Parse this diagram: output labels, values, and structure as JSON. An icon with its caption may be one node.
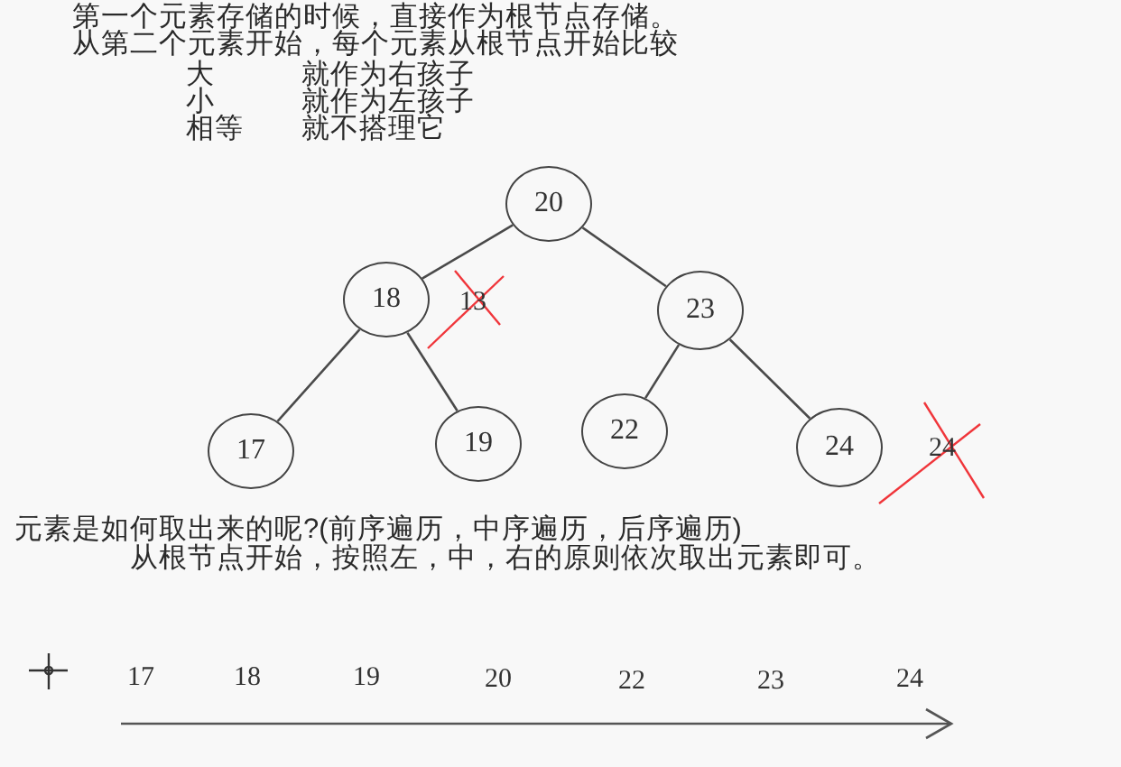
{
  "diagram": {
    "nodes": [
      {
        "text": [
          "20"
        ]
      },
      {
        "text": [
          "18"
        ]
      },
      {
        "text": [
          "23"
        ]
      },
      {
        "text": [
          "17"
        ]
      },
      {
        "text": [
          "19"
        ]
      },
      {
        "text": [
          "22"
        ]
      },
      {
        "text": [
          "24"
        ]
      }
    ],
    "edges": [
      {
        "from": 0,
        "to": 1,
        "arrow": "none"
      },
      {
        "from": 0,
        "to": 2,
        "arrow": "none"
      },
      {
        "from": 1,
        "to": 3,
        "arrow": "none"
      },
      {
        "from": 1,
        "to": 4,
        "arrow": "none"
      },
      {
        "from": 2,
        "to": 5,
        "arrow": "none"
      },
      {
        "from": 2,
        "to": 6,
        "arrow": "none"
      }
    ],
    "labels": [
      "第一个元素存储的时候，直接作为根节点存储。",
      "从第二个元素开始，每个元素从根节点开始比较",
      "大",
      "就作为右孩子",
      "小",
      "就作为左孩子",
      "相等",
      "就不搭理它",
      "13",
      "24",
      "元素是如何取出来的呢?(前序遍历，中序遍历，后序遍历)",
      "从根节点开始，按照左，中，右的原则依次取出元素即可。",
      "17",
      "18",
      "19",
      "20",
      "22",
      "23",
      "24"
    ]
  }
}
